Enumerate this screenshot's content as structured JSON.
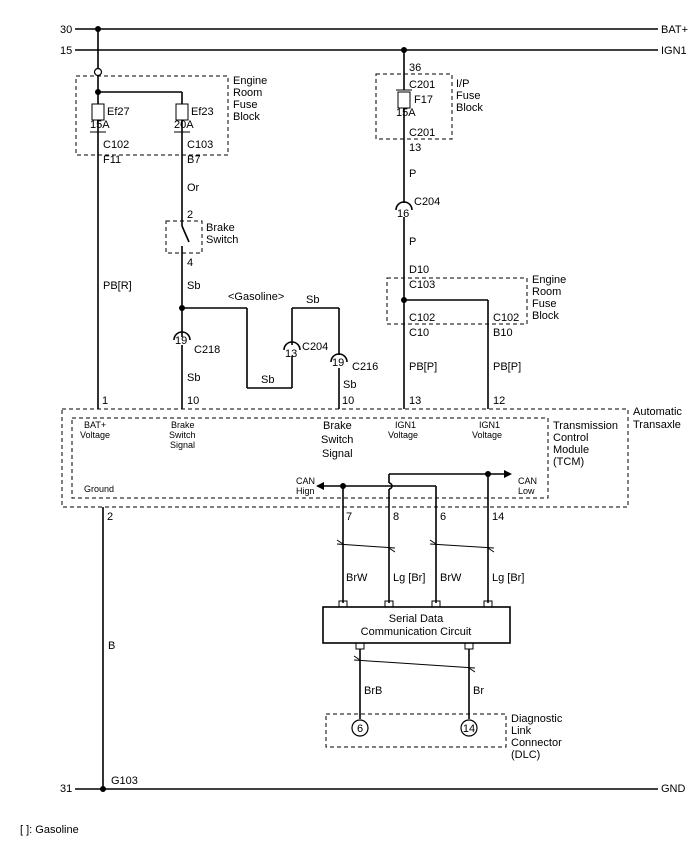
{
  "rails": {
    "bat_num": "30",
    "bat_name": "BAT+",
    "ign_num": "15",
    "ign_name": "IGN1",
    "gnd_num": "31",
    "gnd_name": "GND"
  },
  "engine_fuse_top": {
    "title_lines": [
      "Engine",
      "Room",
      "Fuse",
      "Block"
    ],
    "fuse1_name": "Ef27",
    "fuse1_amp": "15A",
    "fuse2_name": "Ef23",
    "fuse2_amp": "20A",
    "conn1": "C102",
    "pin1": "F11",
    "conn2": "C103",
    "pin2": "B7"
  },
  "ip_fuse": {
    "title_lines": [
      "I/P",
      "Fuse",
      "Block"
    ],
    "in_pin": "36",
    "in_conn": "C201",
    "fuse_name": "F17",
    "fuse_amp": "15A",
    "out_conn": "C201",
    "out_pin": "13"
  },
  "wires": {
    "or": "Or",
    "p1": "P",
    "p2": "P",
    "sb1": "Sb",
    "sb2": "Sb",
    "sb3": "Sb",
    "sb4": "Sb",
    "sb5": "Sb",
    "pbr": "PB[R]",
    "pbp1": "PB[P]",
    "pbp2": "PB[P]",
    "brw1": "BrW",
    "lgbr1": "Lg [Br]",
    "brw2": "BrW",
    "lgbr2": "Lg [Br]",
    "brb": "BrB",
    "br": "Br",
    "b": "B"
  },
  "brake_switch": {
    "pin_top": "2",
    "pin_bottom": "4",
    "label_lines": [
      "Brake",
      "Switch"
    ]
  },
  "gasoline_label": "<Gasoline>",
  "connectors": {
    "c218_pin": "19",
    "c218": "C218",
    "c204_pin": "13",
    "c204": "C204",
    "c216_pin": "19",
    "c216": "C216",
    "c204b_pin": "16",
    "c204b": "C204"
  },
  "engine_fuse_mid": {
    "title_lines": [
      "Engine",
      "Room",
      "Fuse",
      "Block"
    ],
    "d10": "D10",
    "c103": "C103",
    "c102a": "C102",
    "c10": "C10",
    "c102b": "C102",
    "b10": "B10"
  },
  "tcm": {
    "pins_top": [
      "1",
      "10",
      "10",
      "13",
      "12"
    ],
    "bat_lines": [
      "BAT+",
      "Voltage"
    ],
    "brake_small_lines": [
      "Brake",
      "Switch",
      "Signal"
    ],
    "brake_large_lines": [
      "Brake",
      "Switch",
      "Signal"
    ],
    "ign1_lines": [
      "IGN1",
      "Voltage"
    ],
    "ign2_lines": [
      "IGN1",
      "Voltage"
    ],
    "title_lines": [
      "Transmission",
      "Control",
      "Module",
      "(TCM)"
    ],
    "assembly_lines": [
      "Automatic",
      "Transaxle"
    ],
    "ground_label": "Ground",
    "ground_pin": "2",
    "can_high_lines": [
      "CAN",
      "Hign"
    ],
    "can_low_lines": [
      "CAN",
      "Low"
    ],
    "can_pins": [
      "7",
      "8",
      "6",
      "14"
    ]
  },
  "serial": {
    "lines": [
      "Serial Data",
      "Communication Circuit"
    ]
  },
  "dlc": {
    "pin_a": "6",
    "pin_b": "14",
    "lines": [
      "Diagnostic",
      "Link",
      "Connector",
      "(DLC)"
    ]
  },
  "ground_point": "G103",
  "footnote": "[ ]: Gasoline"
}
